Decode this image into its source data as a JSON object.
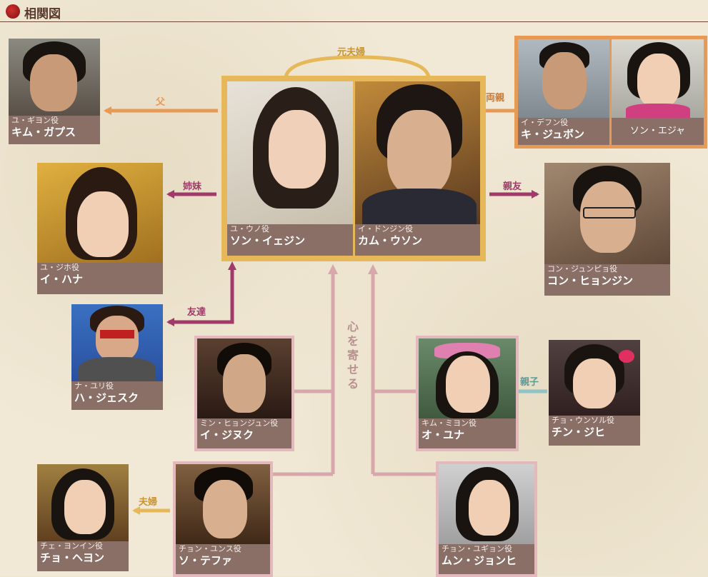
{
  "header": {
    "title": "相関図"
  },
  "center": {
    "left": {
      "role": "ユ・ウノ役",
      "name": "ソン・イェジン"
    },
    "right": {
      "role": "イ・ドンジン役",
      "name": "カム・ウソン"
    }
  },
  "cards": {
    "kim_gapsu": {
      "role": "ユ・ギヨン役",
      "name": "キム・ガプス"
    },
    "lee_hana": {
      "role": "ユ・ジホ役",
      "name": "イ・ハナ"
    },
    "ha_jesuku": {
      "role": "ナ・ユリ役",
      "name": "ハ・ジェスク"
    },
    "ki_jubon": {
      "role": "イ・デフン役",
      "name": "キ・ジュボン"
    },
    "son_eja": {
      "name": "ソン・エジャ"
    },
    "kon_hyonjin": {
      "role": "コン・ジュンピョ役",
      "name": "コン・ヒョンジン"
    },
    "i_jinuku": {
      "role": "ミン・ヒョンジュン役",
      "name": "イ・ジヌク"
    },
    "o_yuna": {
      "role": "キム・ミヨン役",
      "name": "オ・ユナ"
    },
    "chin_jihi": {
      "role": "チョ・ウンソル役",
      "name": "チン・ジヒ"
    },
    "cho_hyeyon": {
      "role": "チェ・ヨンイン役",
      "name": "チョ・ヘヨン"
    },
    "so_tefa": {
      "role": "チョン・ユンス役",
      "name": "ソ・テファ"
    },
    "mun_jonhi": {
      "role": "チョン・ユギョン役",
      "name": "ムン・ジョンヒ"
    }
  },
  "relations": {
    "ex_couple": "元夫婦",
    "father": "父",
    "parents": "両親",
    "sisters": "姉妹",
    "best_friend": "親友",
    "friend": "友達",
    "parent_child": "親子",
    "married": "夫婦",
    "devoted": "心を寄せる"
  },
  "colors": {
    "orange": "#e69a55",
    "gold": "#e6b85a",
    "magenta": "#a03a6a",
    "pink": "#d7a7ac",
    "teal": "#8fc4c4",
    "caption": "#8a6f67"
  }
}
